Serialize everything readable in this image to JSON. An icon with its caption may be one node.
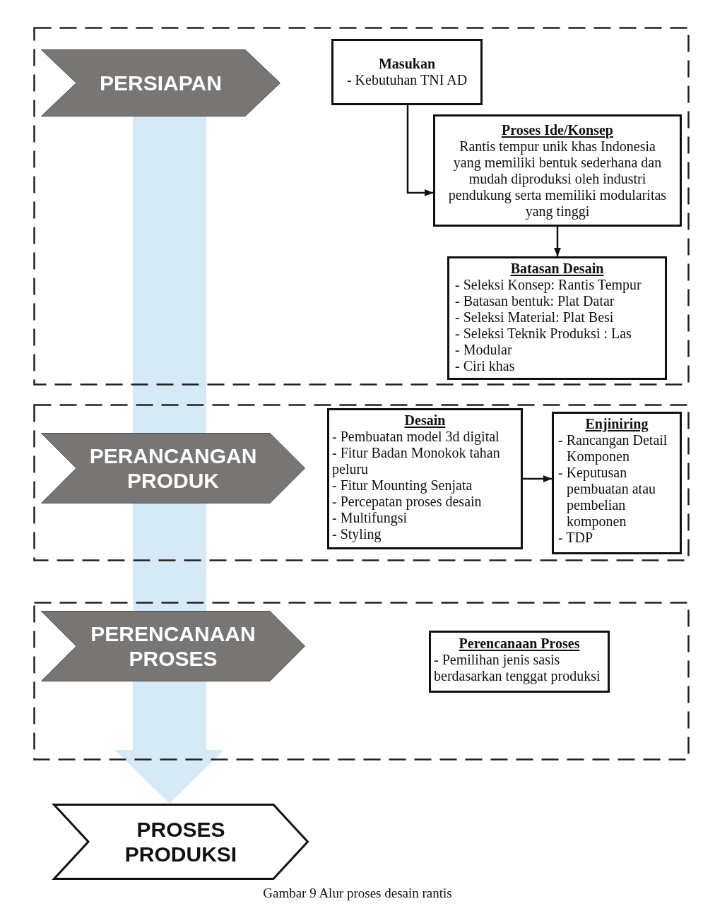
{
  "diagram": {
    "caption": "Gambar 9 Alur proses desain rantis",
    "nodes": [
      {
        "text": [],
        "shape": "box"
      },
      {
        "text": [
          "PERSIAPAN"
        ],
        "in": 0
      },
      {
        "text": [
          "Masukan",
          "- Kebutuhan TNI AD"
        ],
        "in": 0
      },
      {
        "text": [
          "Proses Ide/Konsep",
          "Rantis tempur unik khas Indonesia yang memiliki bentuk sederhana dan mudah diproduksi oleh industri pendukung serta memiliki modularitas yang tinggi"
        ],
        "in": 0
      },
      {
        "text": [
          "Batasan Desain",
          "- Seleksi Konsep: Rantis Tempur",
          "- Batasan bentuk: Plat Datar",
          "- Seleksi Material: Plat Besi",
          "- Seleksi Teknik Produksi : Las",
          "- Modular",
          "- Ciri khas"
        ],
        "in": 0
      },
      {
        "text": [],
        "shape": "box"
      },
      {
        "text": [
          "PERANCANGAN PRODUK"
        ],
        "in": 5
      },
      {
        "text": [
          "Desain",
          "- Pembuatan model 3d digital",
          "- Fitur Badan Monokok tahan peluru",
          "- Fitur Mounting Senjata",
          "- Percepatan proses desain",
          "- Multifungsi",
          "- Styling"
        ],
        "in": 5
      },
      {
        "text": [
          "Enjiniring",
          "- Rancangan Detail Komponen",
          "- Keputusan pembuatan atau pembelian komponen",
          "- TDP"
        ],
        "in": 5
      },
      {
        "text": [],
        "shape": "box"
      },
      {
        "text": [
          "PERENCANAAN PROSES"
        ],
        "in": 9
      },
      {
        "text": [
          "Perencanaan Proses",
          "- Pemilihan jenis sasis berdasarkan tenggat produksi"
        ],
        "in": 9
      },
      {
        "text": [
          "PROSES PRODUKSI"
        ]
      }
    ],
    "edges": [
      {
        "from": 2,
        "to": 3,
        "arrow": "to"
      },
      {
        "from": 3,
        "to": 4,
        "arrow": "to"
      },
      {
        "from": 7,
        "to": 8,
        "arrow": "to"
      },
      {
        "from": 1,
        "to": 12,
        "arrow": "to",
        "style": "thick",
        "color": "#d6e9f7"
      }
    ]
  }
}
